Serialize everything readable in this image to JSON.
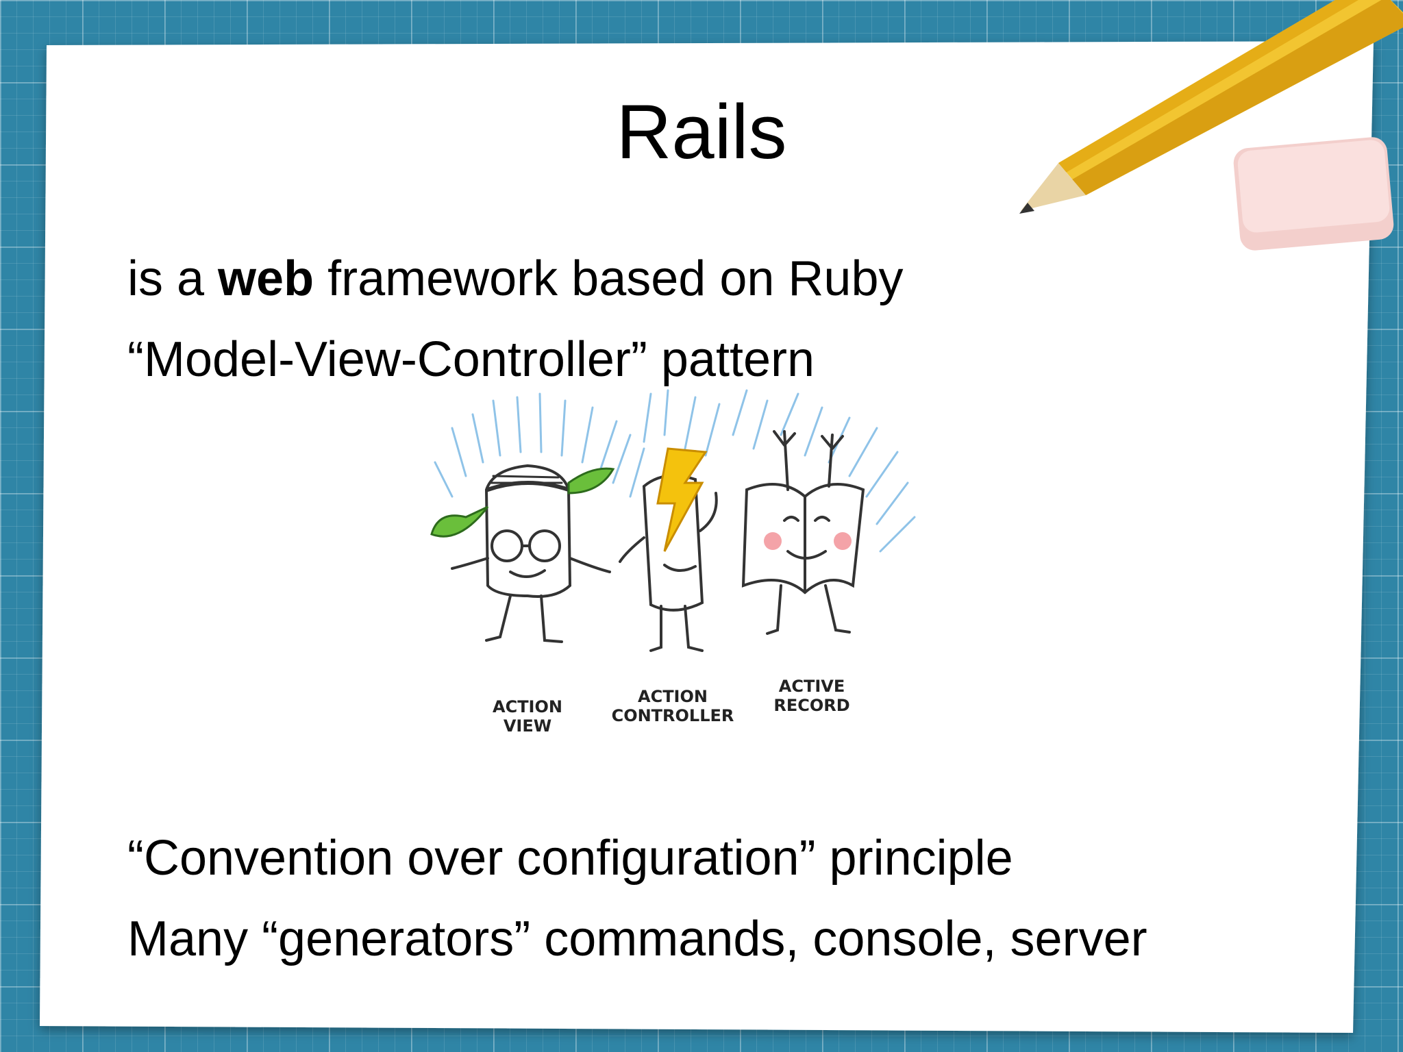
{
  "slide": {
    "title": "Rails",
    "line1": {
      "pre": "is a ",
      "bold": "web",
      "post": " framework based on Ruby"
    },
    "line2": "“Model-View-Controller” pattern",
    "line3": "“Convention over configuration” principle",
    "line4": "Many “generators” commands, console, server"
  },
  "illustration": {
    "labels": [
      [
        "ACTION",
        "VIEW"
      ],
      [
        "ACTION",
        "CONTROLLER"
      ],
      [
        "ACTIVE",
        "RECORD"
      ]
    ]
  },
  "colors": {
    "background": "#2f85a6",
    "paper": "#ffffff",
    "pencil": "#f2c531",
    "eraser": "#f7d6d4",
    "lightning": "#f4c20d",
    "leaf": "#6abf3b",
    "rays": "#8fc3e8"
  }
}
